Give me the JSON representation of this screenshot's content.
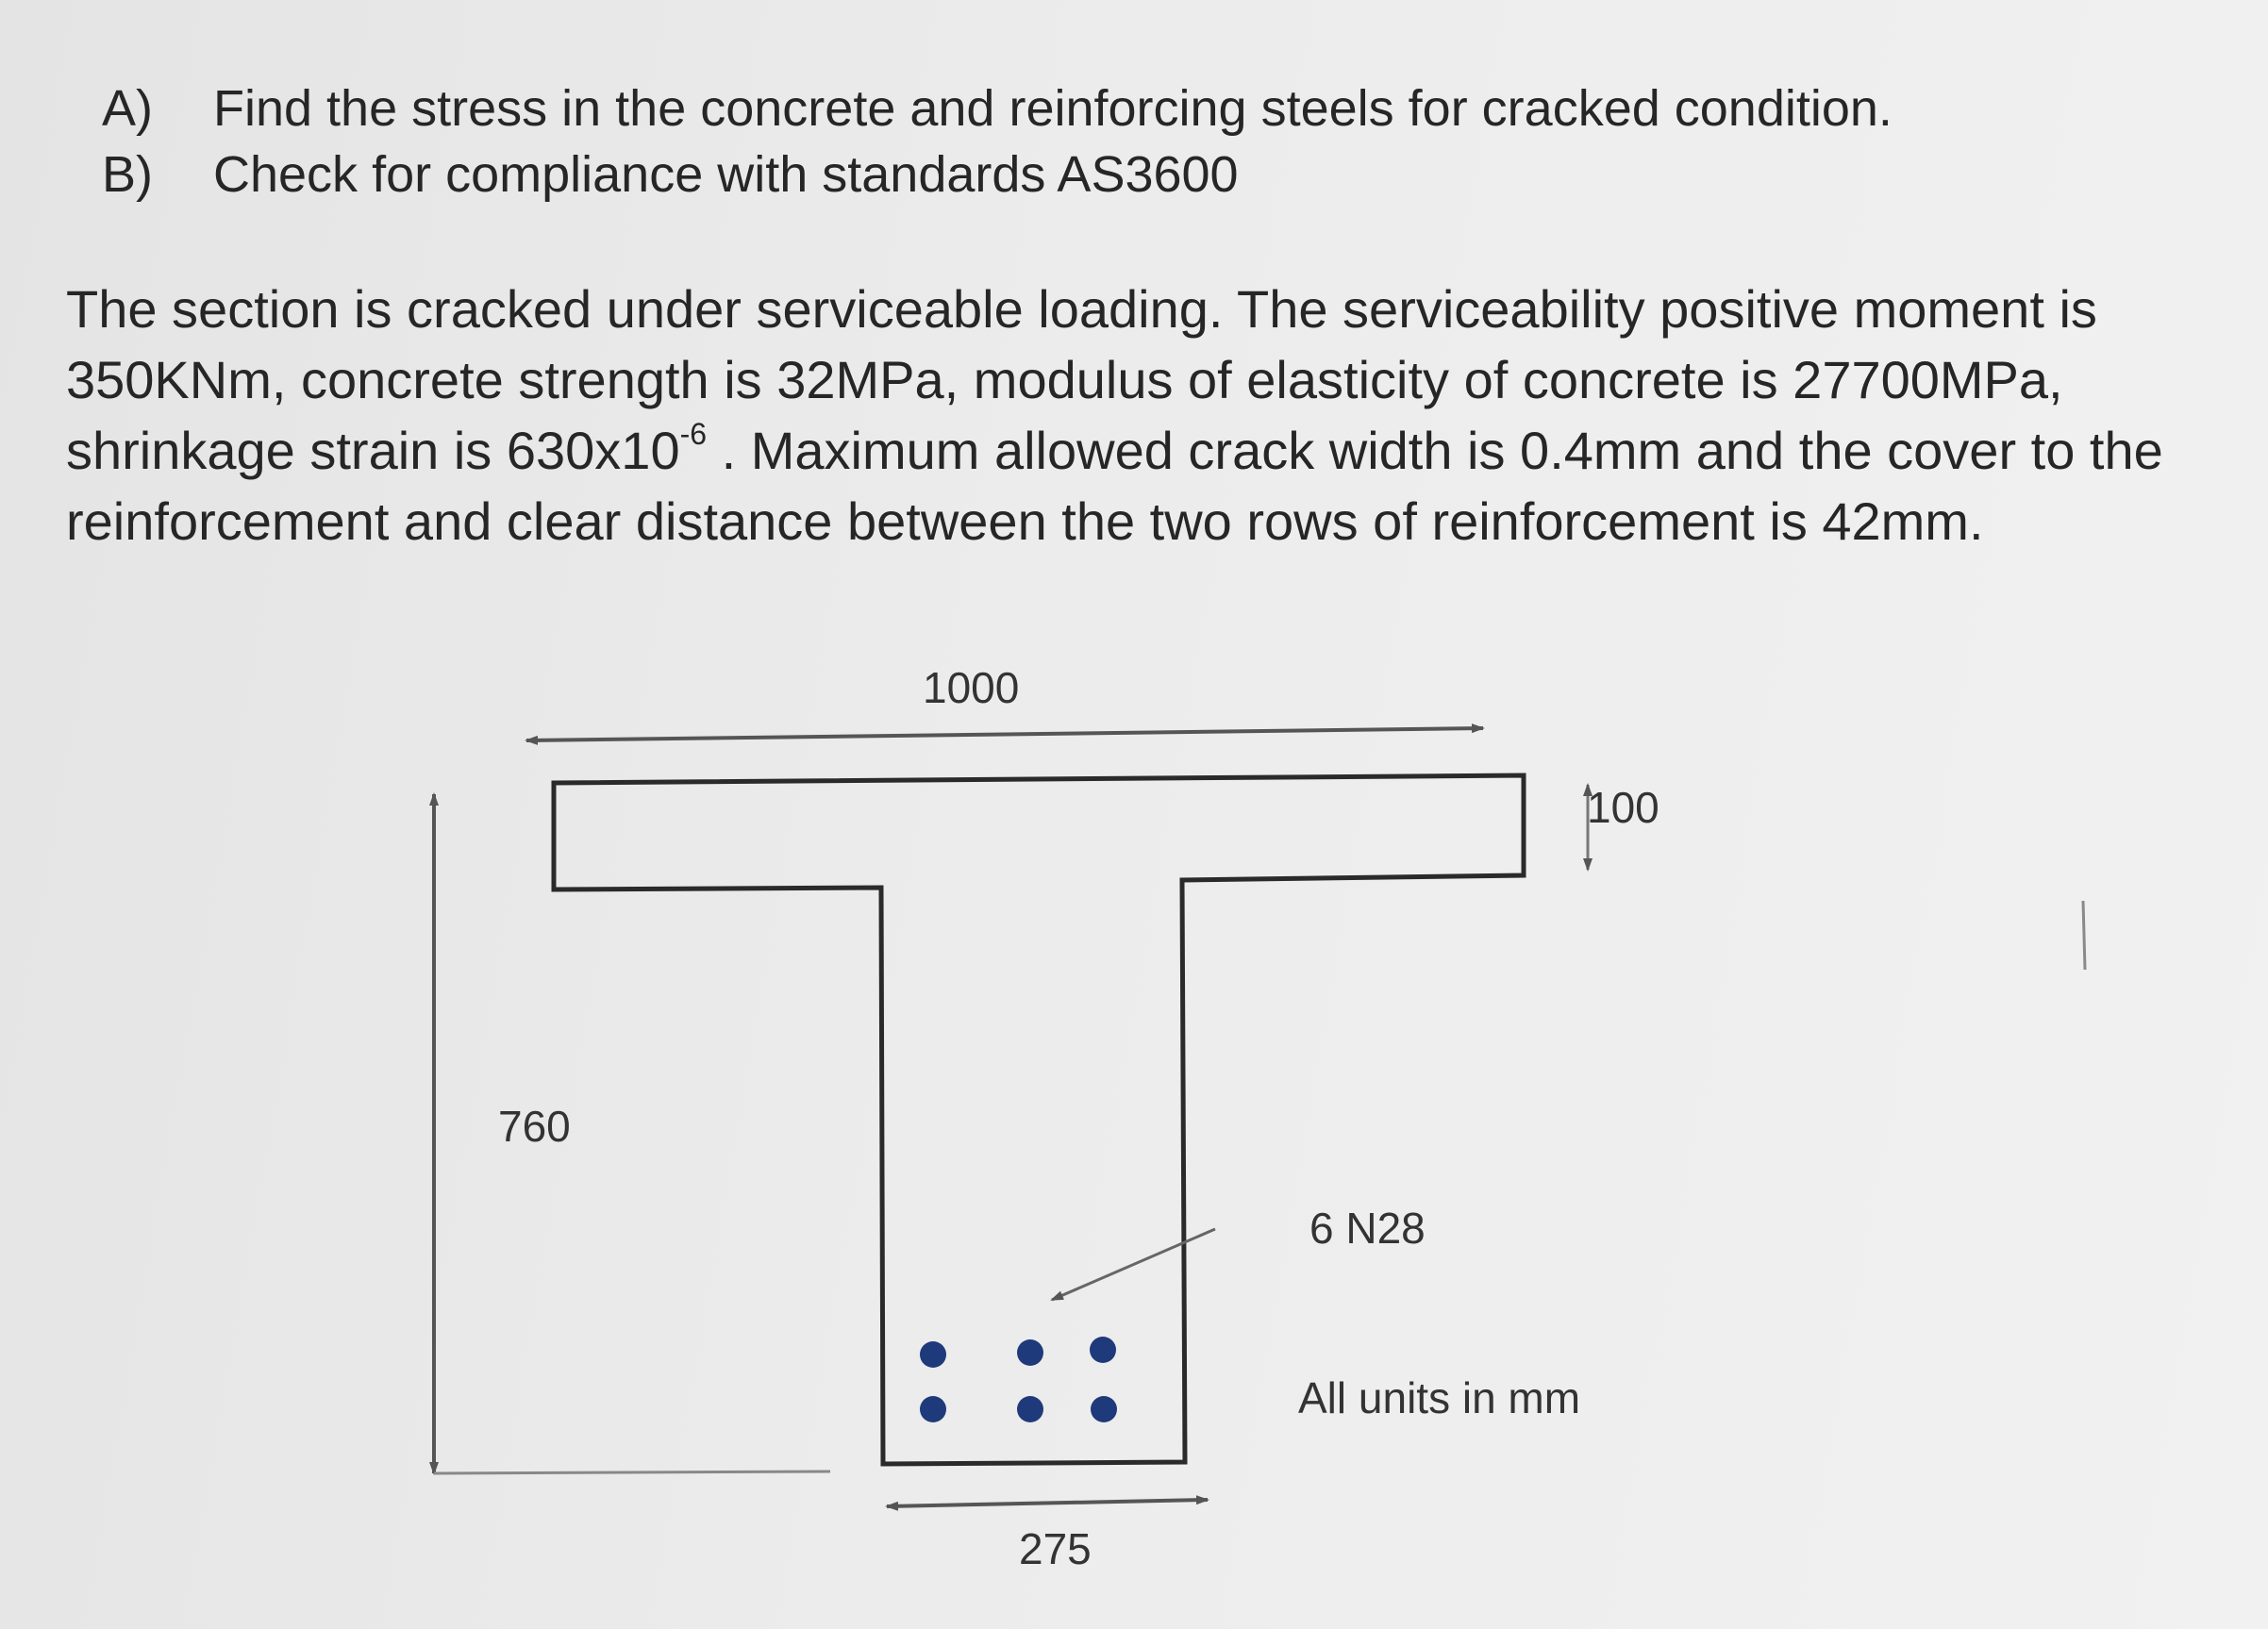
{
  "questions": [
    {
      "marker": "A)",
      "text": "Find the stress in the concrete and reinforcing steels for cracked condition."
    },
    {
      "marker": "B)",
      "text": "Check for compliance with standards AS3600"
    }
  ],
  "paragraph": {
    "line1": "The section is cracked under serviceable loading. The serviceability positive moment is",
    "line2": "350KNm, concrete strength is 32MPa, modulus of elasticity of concrete is 27700MPa,",
    "line3_prefix": "shrinkage strain is 630x10",
    "line3_sup": "-6",
    "line3_suffix": " . Maximum allowed crack width is 0.4mm and the cover to the",
    "line4": "reinforcement and clear distance between the two rows of reinforcement is 42mm."
  },
  "diagram": {
    "flange_width_label": "1000",
    "flange_thickness_label": "100",
    "total_depth_label": "760",
    "web_width_label": "275",
    "reinforcement_label": "6 N28",
    "units_note": "All units in mm",
    "bar_count": 6,
    "bar_rows": 2,
    "bars_per_row": 3,
    "colors": {
      "outline": "#2a2a2a",
      "bar": "#1f3a7a",
      "dimension": "#555555"
    }
  }
}
